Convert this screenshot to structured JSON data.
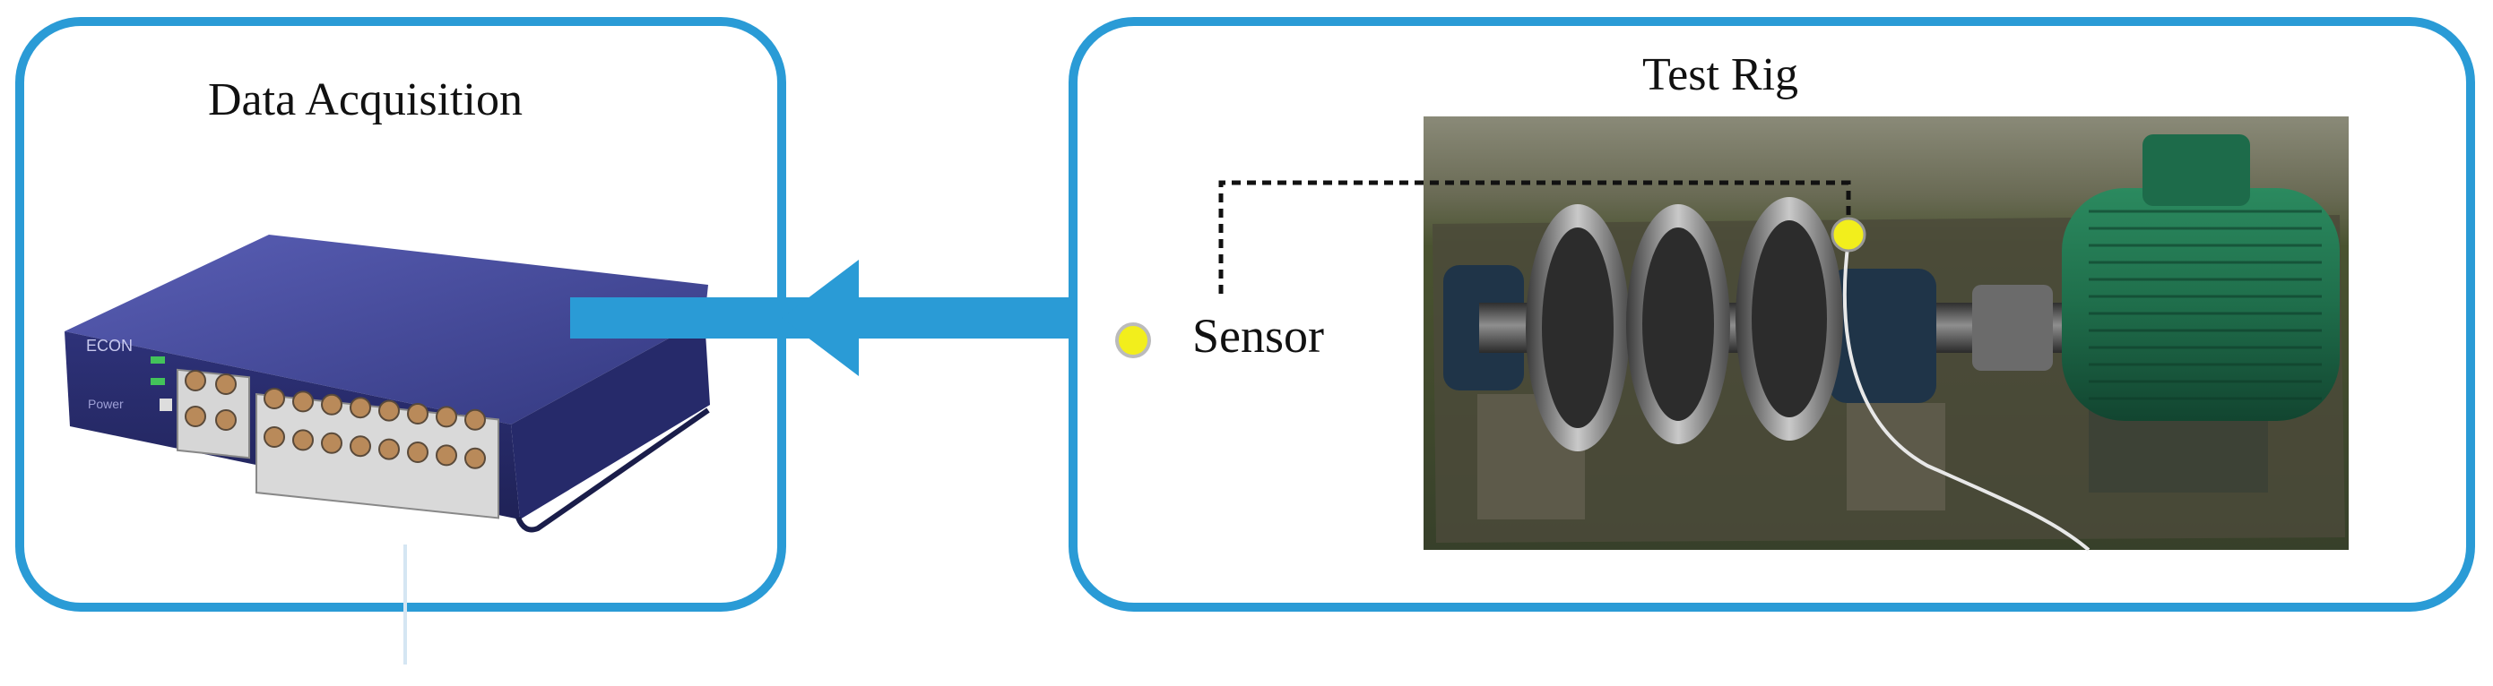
{
  "diagram": {
    "left_panel": {
      "title": "Data Acquisition"
    },
    "right_panel": {
      "title": "Test Rig"
    },
    "legend": {
      "sensor_label": "Sensor"
    },
    "colors": {
      "panel_border": "#2a9bd6",
      "arrow": "#2a9bd6",
      "sensor_fill": "#f2ee1c",
      "sensor_stroke": "#999999",
      "device_body": "#3b3f96",
      "motor": "#1d6b4a",
      "rig_background": "#3f4a2c"
    },
    "icons": [
      "daq-device-icon",
      "sensor-dot-icon",
      "flow-arrow-icon",
      "test-rig-photo"
    ]
  }
}
